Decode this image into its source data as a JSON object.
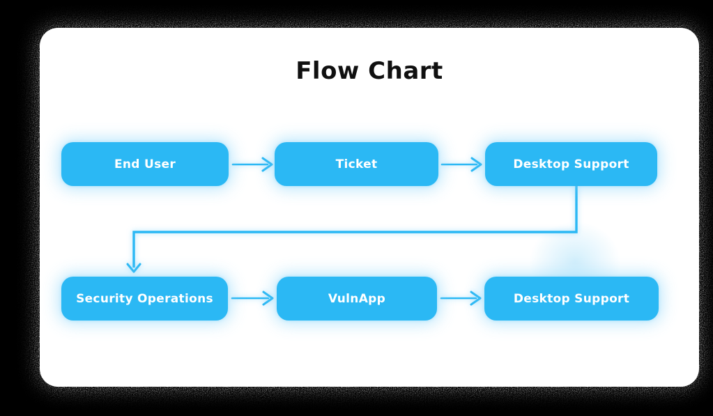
{
  "title": "Flow Chart",
  "theme": {
    "page_bg": "#000000",
    "card_bg": "#ffffff",
    "title_color": "#101010",
    "node_fill": "#2bb8f4",
    "node_text": "#ffffff",
    "connector": "#2bb8f4"
  },
  "flow": {
    "nodes": [
      {
        "id": "end-user",
        "label": "End User"
      },
      {
        "id": "ticket",
        "label": "Ticket"
      },
      {
        "id": "desktop-support-1",
        "label": "Desktop Support"
      },
      {
        "id": "security-operations",
        "label": "Security Operations"
      },
      {
        "id": "vulnapp",
        "label": "VulnApp"
      },
      {
        "id": "desktop-support-2",
        "label": "Desktop Support"
      }
    ],
    "edges": [
      {
        "from": "end-user",
        "to": "ticket",
        "style": "straight"
      },
      {
        "from": "ticket",
        "to": "desktop-support-1",
        "style": "straight"
      },
      {
        "from": "desktop-support-1",
        "to": "security-operations",
        "style": "elbow"
      },
      {
        "from": "security-operations",
        "to": "vulnapp",
        "style": "straight"
      },
      {
        "from": "vulnapp",
        "to": "desktop-support-2",
        "style": "straight"
      }
    ]
  }
}
